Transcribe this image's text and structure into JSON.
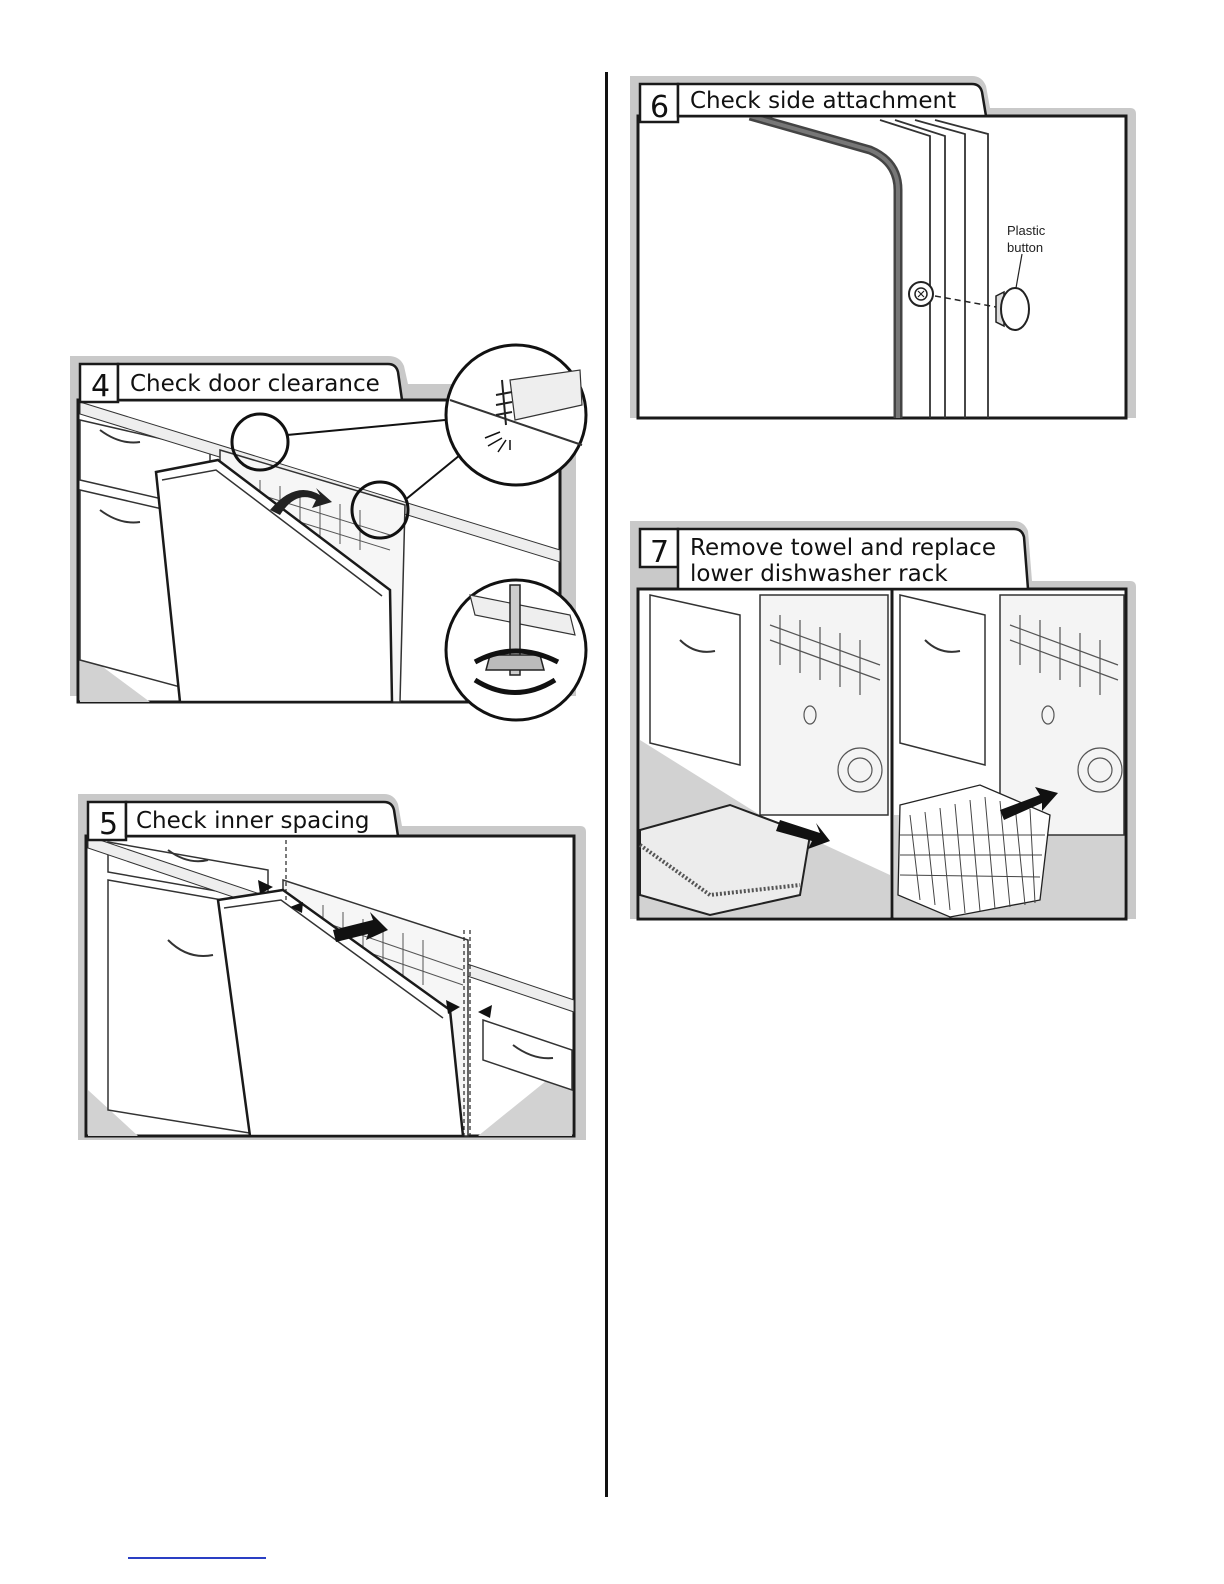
{
  "steps": [
    {
      "number": "4",
      "title": "Check door clearance"
    },
    {
      "number": "5",
      "title": "Check inner spacing"
    },
    {
      "number": "6",
      "title": "Check side attachment",
      "callout_line1": "Plastic",
      "callout_line2": "button"
    },
    {
      "number": "7",
      "title_line1": "Remove towel and replace",
      "title_line2": "lower dishwasher rack"
    }
  ],
  "colors": {
    "frame_shadow": "#c9c9c9",
    "floor": "#d2d2d2",
    "line": "#1a1a1a",
    "link": "#2a3fc4"
  }
}
